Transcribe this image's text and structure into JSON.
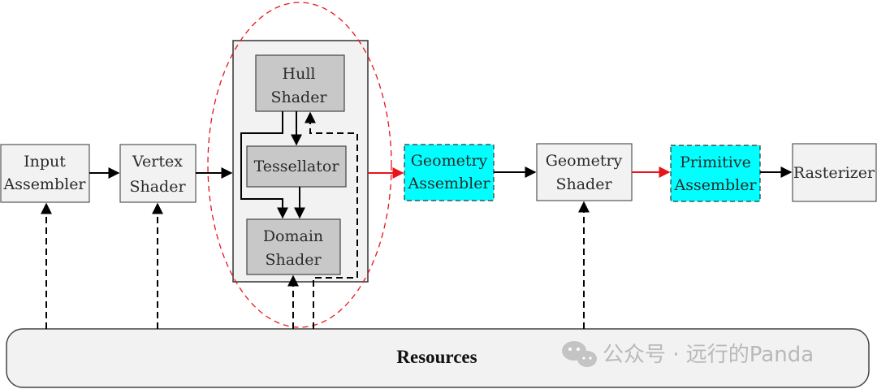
{
  "nodes": {
    "input_assembler": [
      "Input",
      "Assembler"
    ],
    "vertex_shader": [
      "Vertex",
      "Shader"
    ],
    "hull_shader": [
      "Hull",
      "Shader"
    ],
    "tessellator": [
      "Tessellator"
    ],
    "domain_shader": [
      "Domain",
      "Shader"
    ],
    "geometry_assembler": [
      "Geometry",
      "Assembler"
    ],
    "geometry_shader": [
      "Geometry",
      "Shader"
    ],
    "primitive_assembler": [
      "Primitive",
      "Assembler"
    ],
    "rasterizer": [
      "Rasterizer"
    ]
  },
  "resources": {
    "label": "Resources"
  },
  "watermark": {
    "text": "公众号 · 远行的Panda",
    "icon": "wechat-icon"
  },
  "colors": {
    "box_fill": "#f2f2f2",
    "inner_box_fill": "#c8c8c8",
    "highlight_fill": "#00ffff",
    "emphasis_arrow": "#e8141b",
    "stroke": "#000000",
    "watermark": "#b9b9b9"
  }
}
